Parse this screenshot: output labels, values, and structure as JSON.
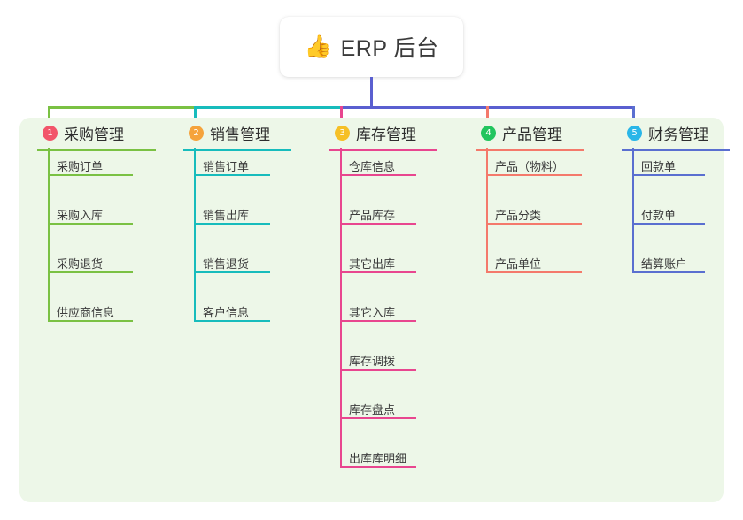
{
  "root": {
    "icon": "thumbs-up-icon",
    "emoji": "👍",
    "title": "ERP 后台"
  },
  "palette": {
    "panel_background": "#edf7e8",
    "page_background": "#ffffff",
    "root_connector": "#5a5fd0",
    "text": "#3c3c3c"
  },
  "branches": [
    {
      "number": "1",
      "title": "采购管理",
      "badge_color": "#f2556a",
      "line_color": "#7ac143",
      "items": [
        {
          "label": "采购订单"
        },
        {
          "label": "采购入库"
        },
        {
          "label": "采购退货"
        },
        {
          "label": "供应商信息"
        }
      ]
    },
    {
      "number": "2",
      "title": "销售管理",
      "badge_color": "#f5a33c",
      "line_color": "#17bcbc",
      "items": [
        {
          "label": "销售订单"
        },
        {
          "label": "销售出库"
        },
        {
          "label": "销售退货"
        },
        {
          "label": "客户信息"
        }
      ]
    },
    {
      "number": "3",
      "title": "库存管理",
      "badge_color": "#f6c026",
      "line_color": "#e8468f",
      "items": [
        {
          "label": "仓库信息"
        },
        {
          "label": "产品库存"
        },
        {
          "label": "其它出库"
        },
        {
          "label": "其它入库"
        },
        {
          "label": "库存调拨"
        },
        {
          "label": "库存盘点"
        },
        {
          "label": "出库库明细"
        }
      ]
    },
    {
      "number": "4",
      "title": "产品管理",
      "badge_color": "#22c55e",
      "line_color": "#f4796b",
      "items": [
        {
          "label": "产品（物料）"
        },
        {
          "label": "产品分类"
        },
        {
          "label": "产品单位"
        }
      ]
    },
    {
      "number": "5",
      "title": "财务管理",
      "badge_color": "#29b6e8",
      "line_color": "#5a6fd0",
      "items": [
        {
          "label": "回款单"
        },
        {
          "label": "付款单"
        },
        {
          "label": "结算账户"
        }
      ]
    }
  ]
}
